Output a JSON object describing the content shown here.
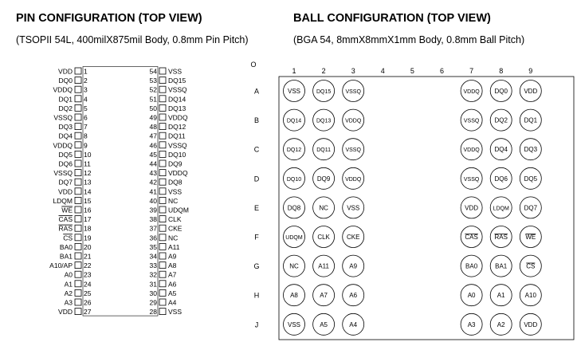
{
  "pin_config": {
    "title": "PIN CONFIGURATION (TOP VIEW)",
    "subtitle": "(TSOPII 54L, 400milX875mil Body, 0.8mm Pin Pitch)",
    "left_pins": [
      {
        "num": "1",
        "name": "VDD"
      },
      {
        "num": "2",
        "name": "DQ0"
      },
      {
        "num": "3",
        "name": "VDDQ"
      },
      {
        "num": "4",
        "name": "DQ1"
      },
      {
        "num": "5",
        "name": "DQ2"
      },
      {
        "num": "6",
        "name": "VSSQ"
      },
      {
        "num": "7",
        "name": "DQ3"
      },
      {
        "num": "8",
        "name": "DQ4"
      },
      {
        "num": "9",
        "name": "VDDQ"
      },
      {
        "num": "10",
        "name": "DQ5"
      },
      {
        "num": "11",
        "name": "DQ6"
      },
      {
        "num": "12",
        "name": "VSSQ"
      },
      {
        "num": "13",
        "name": "DQ7"
      },
      {
        "num": "14",
        "name": "VDD"
      },
      {
        "num": "15",
        "name": "LDQM"
      },
      {
        "num": "16",
        "name": "WE",
        "overline": true
      },
      {
        "num": "17",
        "name": "CAS",
        "overline": true
      },
      {
        "num": "18",
        "name": "RAS",
        "overline": true
      },
      {
        "num": "19",
        "name": "CS",
        "overline": true
      },
      {
        "num": "20",
        "name": "BA0"
      },
      {
        "num": "21",
        "name": "BA1"
      },
      {
        "num": "22",
        "name": "A10/AP"
      },
      {
        "num": "23",
        "name": "A0"
      },
      {
        "num": "24",
        "name": "A1"
      },
      {
        "num": "25",
        "name": "A2"
      },
      {
        "num": "26",
        "name": "A3"
      },
      {
        "num": "27",
        "name": "VDD"
      }
    ],
    "right_pins": [
      {
        "num": "54",
        "name": "VSS"
      },
      {
        "num": "53",
        "name": "DQ15"
      },
      {
        "num": "52",
        "name": "VSSQ"
      },
      {
        "num": "51",
        "name": "DQ14"
      },
      {
        "num": "50",
        "name": "DQ13"
      },
      {
        "num": "49",
        "name": "VDDQ"
      },
      {
        "num": "48",
        "name": "DQ12"
      },
      {
        "num": "47",
        "name": "DQ11"
      },
      {
        "num": "46",
        "name": "VSSQ"
      },
      {
        "num": "45",
        "name": "DQ10"
      },
      {
        "num": "44",
        "name": "DQ9"
      },
      {
        "num": "43",
        "name": "VDDQ"
      },
      {
        "num": "42",
        "name": "DQ8"
      },
      {
        "num": "41",
        "name": "VSS"
      },
      {
        "num": "40",
        "name": "NC"
      },
      {
        "num": "39",
        "name": "UDQM"
      },
      {
        "num": "38",
        "name": "CLK"
      },
      {
        "num": "37",
        "name": "CKE"
      },
      {
        "num": "36",
        "name": "NC"
      },
      {
        "num": "35",
        "name": "A11"
      },
      {
        "num": "34",
        "name": "A9"
      },
      {
        "num": "33",
        "name": "A8"
      },
      {
        "num": "32",
        "name": "A7"
      },
      {
        "num": "31",
        "name": "A6"
      },
      {
        "num": "30",
        "name": "A5"
      },
      {
        "num": "29",
        "name": "A4"
      },
      {
        "num": "28",
        "name": "VSS"
      }
    ]
  },
  "ball_config": {
    "title": "BALL CONFIGURATION (TOP VIEW)",
    "subtitle": "(BGA 54, 8mmX8mmX1mm Body, 0.8mm Ball Pitch)",
    "orientation_mark": "O",
    "columns": [
      "1",
      "2",
      "3",
      "4",
      "5",
      "6",
      "7",
      "8",
      "9"
    ],
    "rows": [
      {
        "label": "A",
        "balls": [
          {
            "col": 1,
            "name": "VSS"
          },
          {
            "col": 2,
            "name": "DQ15"
          },
          {
            "col": 3,
            "name": "VSSQ"
          },
          {
            "col": 7,
            "name": "VDDQ"
          },
          {
            "col": 8,
            "name": "DQ0"
          },
          {
            "col": 9,
            "name": "VDD"
          }
        ]
      },
      {
        "label": "B",
        "balls": [
          {
            "col": 1,
            "name": "DQ14"
          },
          {
            "col": 2,
            "name": "DQ13"
          },
          {
            "col": 3,
            "name": "VDDQ"
          },
          {
            "col": 7,
            "name": "VSSQ"
          },
          {
            "col": 8,
            "name": "DQ2"
          },
          {
            "col": 9,
            "name": "DQ1"
          }
        ]
      },
      {
        "label": "C",
        "balls": [
          {
            "col": 1,
            "name": "DQ12"
          },
          {
            "col": 2,
            "name": "DQ11"
          },
          {
            "col": 3,
            "name": "VSSQ"
          },
          {
            "col": 7,
            "name": "VDDQ"
          },
          {
            "col": 8,
            "name": "DQ4"
          },
          {
            "col": 9,
            "name": "DQ3"
          }
        ]
      },
      {
        "label": "D",
        "balls": [
          {
            "col": 1,
            "name": "DQ10"
          },
          {
            "col": 2,
            "name": "DQ9"
          },
          {
            "col": 3,
            "name": "VDDQ"
          },
          {
            "col": 7,
            "name": "VSSQ"
          },
          {
            "col": 8,
            "name": "DQ6"
          },
          {
            "col": 9,
            "name": "DQ5"
          }
        ]
      },
      {
        "label": "E",
        "balls": [
          {
            "col": 1,
            "name": "DQ8"
          },
          {
            "col": 2,
            "name": "NC"
          },
          {
            "col": 3,
            "name": "VSS"
          },
          {
            "col": 7,
            "name": "VDD"
          },
          {
            "col": 8,
            "name": "LDQM"
          },
          {
            "col": 9,
            "name": "DQ7"
          }
        ]
      },
      {
        "label": "F",
        "balls": [
          {
            "col": 1,
            "name": "UDQM"
          },
          {
            "col": 2,
            "name": "CLK"
          },
          {
            "col": 3,
            "name": "CKE"
          },
          {
            "col": 7,
            "name": "CAS",
            "overline": true
          },
          {
            "col": 8,
            "name": "RAS",
            "overline": true
          },
          {
            "col": 9,
            "name": "WE",
            "overline": true
          }
        ]
      },
      {
        "label": "G",
        "balls": [
          {
            "col": 1,
            "name": "NC"
          },
          {
            "col": 2,
            "name": "A11"
          },
          {
            "col": 3,
            "name": "A9"
          },
          {
            "col": 7,
            "name": "BA0"
          },
          {
            "col": 8,
            "name": "BA1"
          },
          {
            "col": 9,
            "name": "CS",
            "overline": true
          }
        ]
      },
      {
        "label": "H",
        "balls": [
          {
            "col": 1,
            "name": "A8"
          },
          {
            "col": 2,
            "name": "A7"
          },
          {
            "col": 3,
            "name": "A6"
          },
          {
            "col": 7,
            "name": "A0"
          },
          {
            "col": 8,
            "name": "A1"
          },
          {
            "col": 9,
            "name": "A10"
          }
        ]
      },
      {
        "label": "J",
        "balls": [
          {
            "col": 1,
            "name": "VSS"
          },
          {
            "col": 2,
            "name": "A5"
          },
          {
            "col": 3,
            "name": "A4"
          },
          {
            "col": 7,
            "name": "A3"
          },
          {
            "col": 8,
            "name": "A2"
          },
          {
            "col": 9,
            "name": "VDD"
          }
        ]
      }
    ]
  }
}
